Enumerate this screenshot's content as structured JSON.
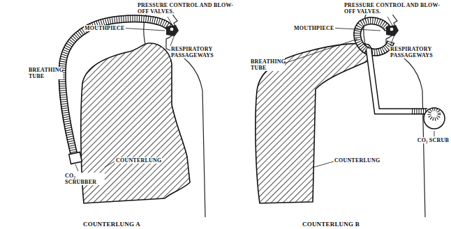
{
  "diagram": {
    "labels": [
      "PRESSURE CONTROL AND BLOW-OFF VALVES.",
      "MOUTHPIECE",
      "RESPIRATORY PASSAGEWAYS",
      "BREATHING TUBE",
      "COUNTERLUNG",
      "CO₂ SCRUBBER",
      "COUNTERLUNG A",
      "PRESSURE CONTROL AND BLOW-OFF VALVES.",
      "MOUTHPIECE",
      "RESPIRATORY PASSAGEWAYS",
      "BREATHING TUBE",
      "CO₂ SCRUB",
      "COUNTERLUNG",
      "COUNTERLUNG B"
    ]
  }
}
